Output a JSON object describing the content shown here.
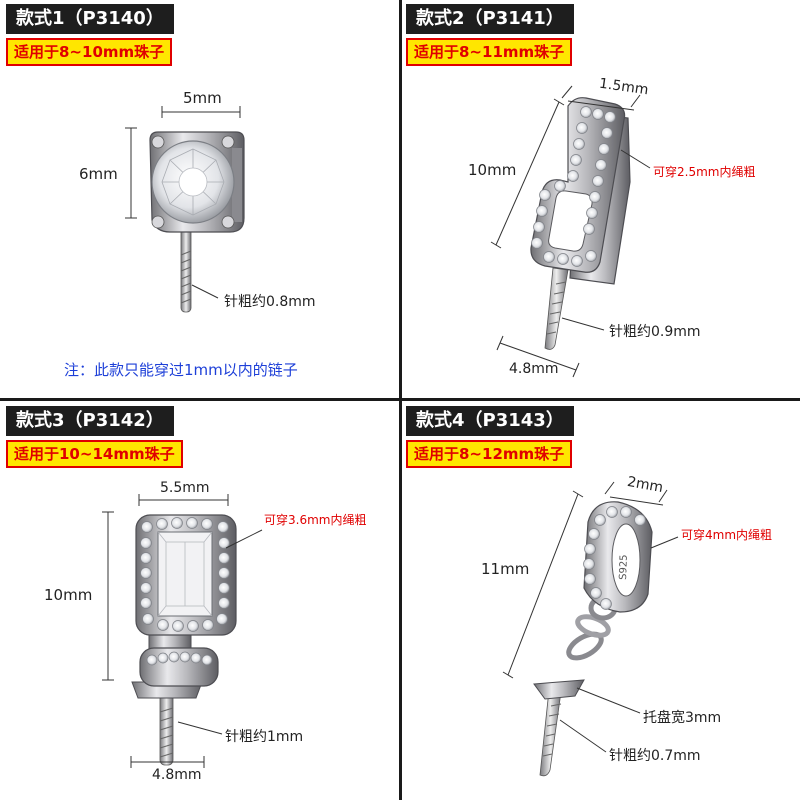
{
  "styles": [
    {
      "title": "款式1（P3140）",
      "fit": "适用于8~10mm珠子",
      "dims": {
        "width": "5mm",
        "height": "6mm",
        "needle": "针粗约0.8mm"
      },
      "note": "注：此款只能穿过1mm以内的链子"
    },
    {
      "title": "款式2（P3141）",
      "fit": "适用于8~11mm珠子",
      "dims": {
        "top": "1.5mm",
        "height": "10mm",
        "hole": "可穿2.5mm内绳粗",
        "needle": "针粗约0.9mm",
        "bottom": "4.8mm"
      }
    },
    {
      "title": "款式3（P3142）",
      "fit": "适用于10~14mm珠子",
      "dims": {
        "width": "5.5mm",
        "height": "10mm",
        "hole": "可穿3.6mm内绳粗",
        "needle": "针粗约1mm",
        "bottom": "4.8mm"
      }
    },
    {
      "title": "款式4（P3143）",
      "fit": "适用于8~12mm珠子",
      "dims": {
        "top": "2mm",
        "height": "11mm",
        "hole": "可穿4mm内绳粗",
        "tray": "托盘宽3mm",
        "needle": "针粗约0.7mm",
        "engraving": "S925"
      }
    }
  ],
  "colors": {
    "title_bg": "#1e1e1e",
    "sub_bg": "#ffe600",
    "accent_red": "#e00000",
    "note_blue": "#1d3fd8"
  }
}
